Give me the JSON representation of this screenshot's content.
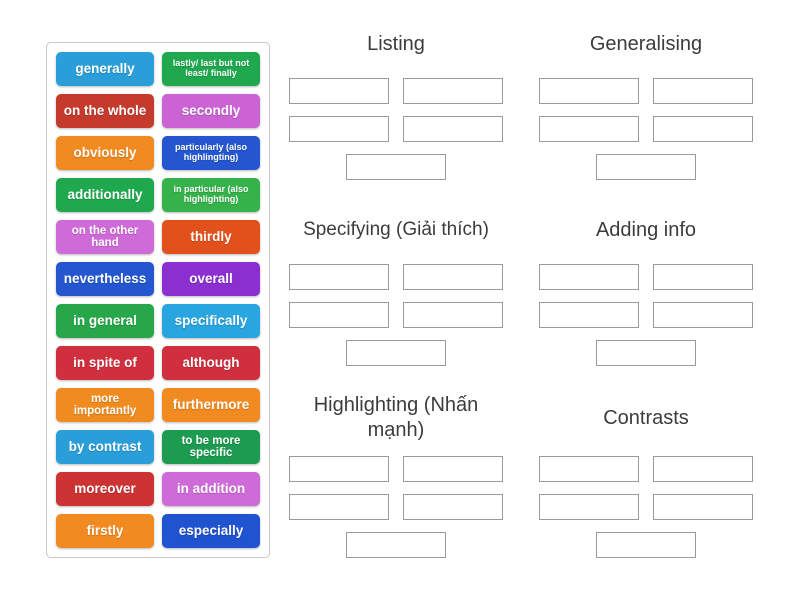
{
  "word_bank": {
    "tiles": [
      {
        "label": "generally",
        "color": "#2a9ed8"
      },
      {
        "label": "lastly/ last but not least/ finally",
        "color": "#1fa84e"
      },
      {
        "label": "on the whole",
        "color": "#c43b2e"
      },
      {
        "label": "secondly",
        "color": "#cb63d4"
      },
      {
        "label": "obviously",
        "color": "#f18a21"
      },
      {
        "label": "particularly (also highlingting)",
        "color": "#2356cf"
      },
      {
        "label": "additionally",
        "color": "#1fa84e"
      },
      {
        "label": "in particular (also highlighting)",
        "color": "#36b24a"
      },
      {
        "label": "on the other hand",
        "color": "#cf6bd8"
      },
      {
        "label": "thirdly",
        "color": "#e2511c"
      },
      {
        "label": "nevertheless",
        "color": "#2356cf"
      },
      {
        "label": "overall",
        "color": "#8c2fd1"
      },
      {
        "label": "in general",
        "color": "#27a74a"
      },
      {
        "label": "specifically",
        "color": "#29a5e0"
      },
      {
        "label": "in spite of",
        "color": "#d02f3d"
      },
      {
        "label": "although",
        "color": "#d02f3d"
      },
      {
        "label": "more importantly",
        "color": "#ef8b1f"
      },
      {
        "label": "furthermore",
        "color": "#f18a21"
      },
      {
        "label": "by contrast",
        "color": "#2a9ed8"
      },
      {
        "label": "to be more specific",
        "color": "#1d9b50"
      },
      {
        "label": "moreover",
        "color": "#cc3333"
      },
      {
        "label": "in addition",
        "color": "#cf6bd8"
      },
      {
        "label": "firstly",
        "color": "#f18a21"
      },
      {
        "label": "especially",
        "color": "#2053cf"
      }
    ]
  },
  "groups": [
    {
      "title": "Listing",
      "slot_count": 5
    },
    {
      "title": "Generalising",
      "slot_count": 5
    },
    {
      "title": "Specifying (Giải thích)",
      "slot_count": 5
    },
    {
      "title": "Adding info",
      "slot_count": 5
    },
    {
      "title": "Highlighting (Nhấn mạnh)",
      "slot_count": 5
    },
    {
      "title": "Contrasts",
      "slot_count": 5
    }
  ]
}
